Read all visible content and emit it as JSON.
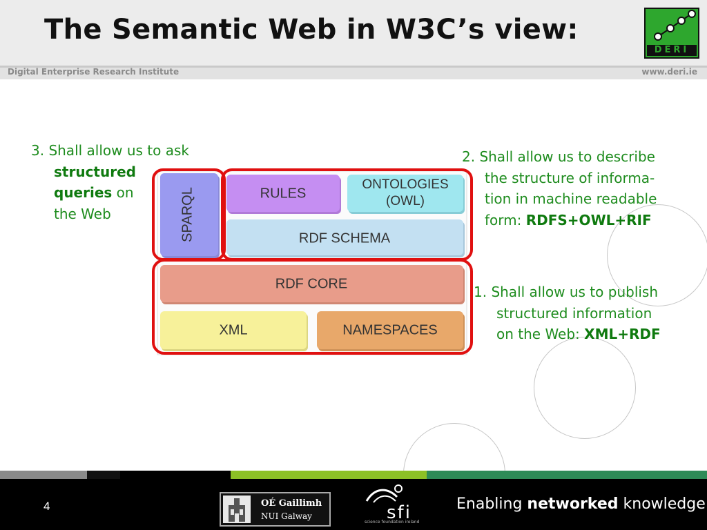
{
  "header": {
    "title": "The Semantic Web in W3C’s view:",
    "logo_text": "DERI",
    "organization": "Digital Enterprise Research Institute",
    "url": "www.deri.ie"
  },
  "points": {
    "p3": {
      "line1": "3. Shall allow us to ask",
      "bold1": "structured",
      "bold2": "queries",
      "after": " on",
      "line4": "the Web"
    },
    "p2": {
      "line1": "2. Shall allow us to describe",
      "line2": "the structure of informa-",
      "line3": "tion in machine readable",
      "prefix": "form: ",
      "bold": "RDFS+OWL+RIF"
    },
    "p1": {
      "line1": "1. Shall allow us to publish",
      "line2": "structured information",
      "prefix": "on the Web: ",
      "bold": "XML+RDF"
    }
  },
  "diagram": {
    "blocks": {
      "sparql": "SPARQL",
      "rules": "RULES",
      "ontologies_1": "ONTOLOGIES",
      "ontologies_2": "(OWL)",
      "rdf_schema": "RDF SCHEMA",
      "rdf_core": "RDF CORE",
      "xml": "XML",
      "namespaces": "NAMESPACES"
    },
    "colors": {
      "sparql": "#9a9af0",
      "rules": "#c58ef2",
      "ontologies": "#9fe7ef",
      "rdf_schema": "#c3e0f2",
      "rdf_core": "#e89c8a",
      "xml": "#f7f19a",
      "namespaces": "#e8a86a",
      "highlight": "#e01010"
    }
  },
  "footer": {
    "page_number": "4",
    "galway_line1": "OÉ Gaillimh",
    "galway_line2": "NUI Galway",
    "sfi_name": "sfi",
    "sfi_subtitle": "science foundation ireland",
    "tagline_pre": "Enabling ",
    "tagline_bold": "networked",
    "tagline_post": " knowledge."
  },
  "colors": {
    "accent_green": "#1e8c1e",
    "footer_background": "#000000",
    "strip_gray": "#8a8a8a",
    "strip_lime": "#8cc026",
    "strip_green": "#2e8b57"
  }
}
